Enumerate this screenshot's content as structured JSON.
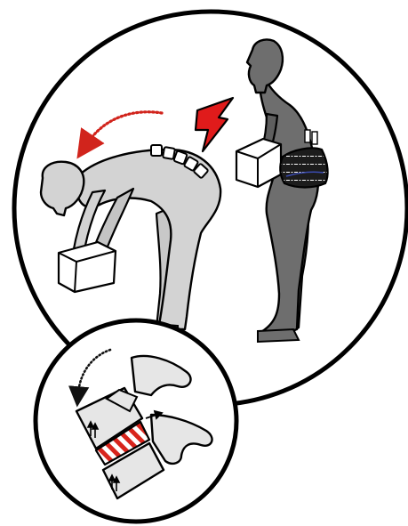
{
  "scene": {
    "description_free": true,
    "panels": [
      {
        "id": "main-panel",
        "content": [
          "bent-person",
          "upright-person"
        ]
      },
      {
        "id": "inset-panel",
        "content": [
          "vertebrae"
        ]
      }
    ]
  },
  "colors": {
    "background": "#ffffff",
    "outline": "#000000",
    "bent_person_fill": "#d3d3d3",
    "upright_person_fill": "#6e6e6e",
    "back_brace_fill": "#1c1c1c",
    "brace_stitching": "#ffffff",
    "brace_strap_accent": "#3a4bb0",
    "box_fill": "#ffffff",
    "pain_bolt_fill": "#e01b1b",
    "motion_arrow_color": "#d1241c",
    "inset_motion_arrow_color": "#111111",
    "vertebra_fill": "#e6e6e6",
    "disc_stripe_red": "#d8241c",
    "disc_stripe_white": "#ffffff"
  },
  "icons": {
    "pain": "lightning-bolt-icon",
    "motion_main": "curved-dotted-arrow-icon",
    "motion_inset": "curved-dotted-arrow-icon",
    "vertebra_spacing": "up-arrow-icon",
    "disc_bulge": "right-arrow-icon"
  }
}
